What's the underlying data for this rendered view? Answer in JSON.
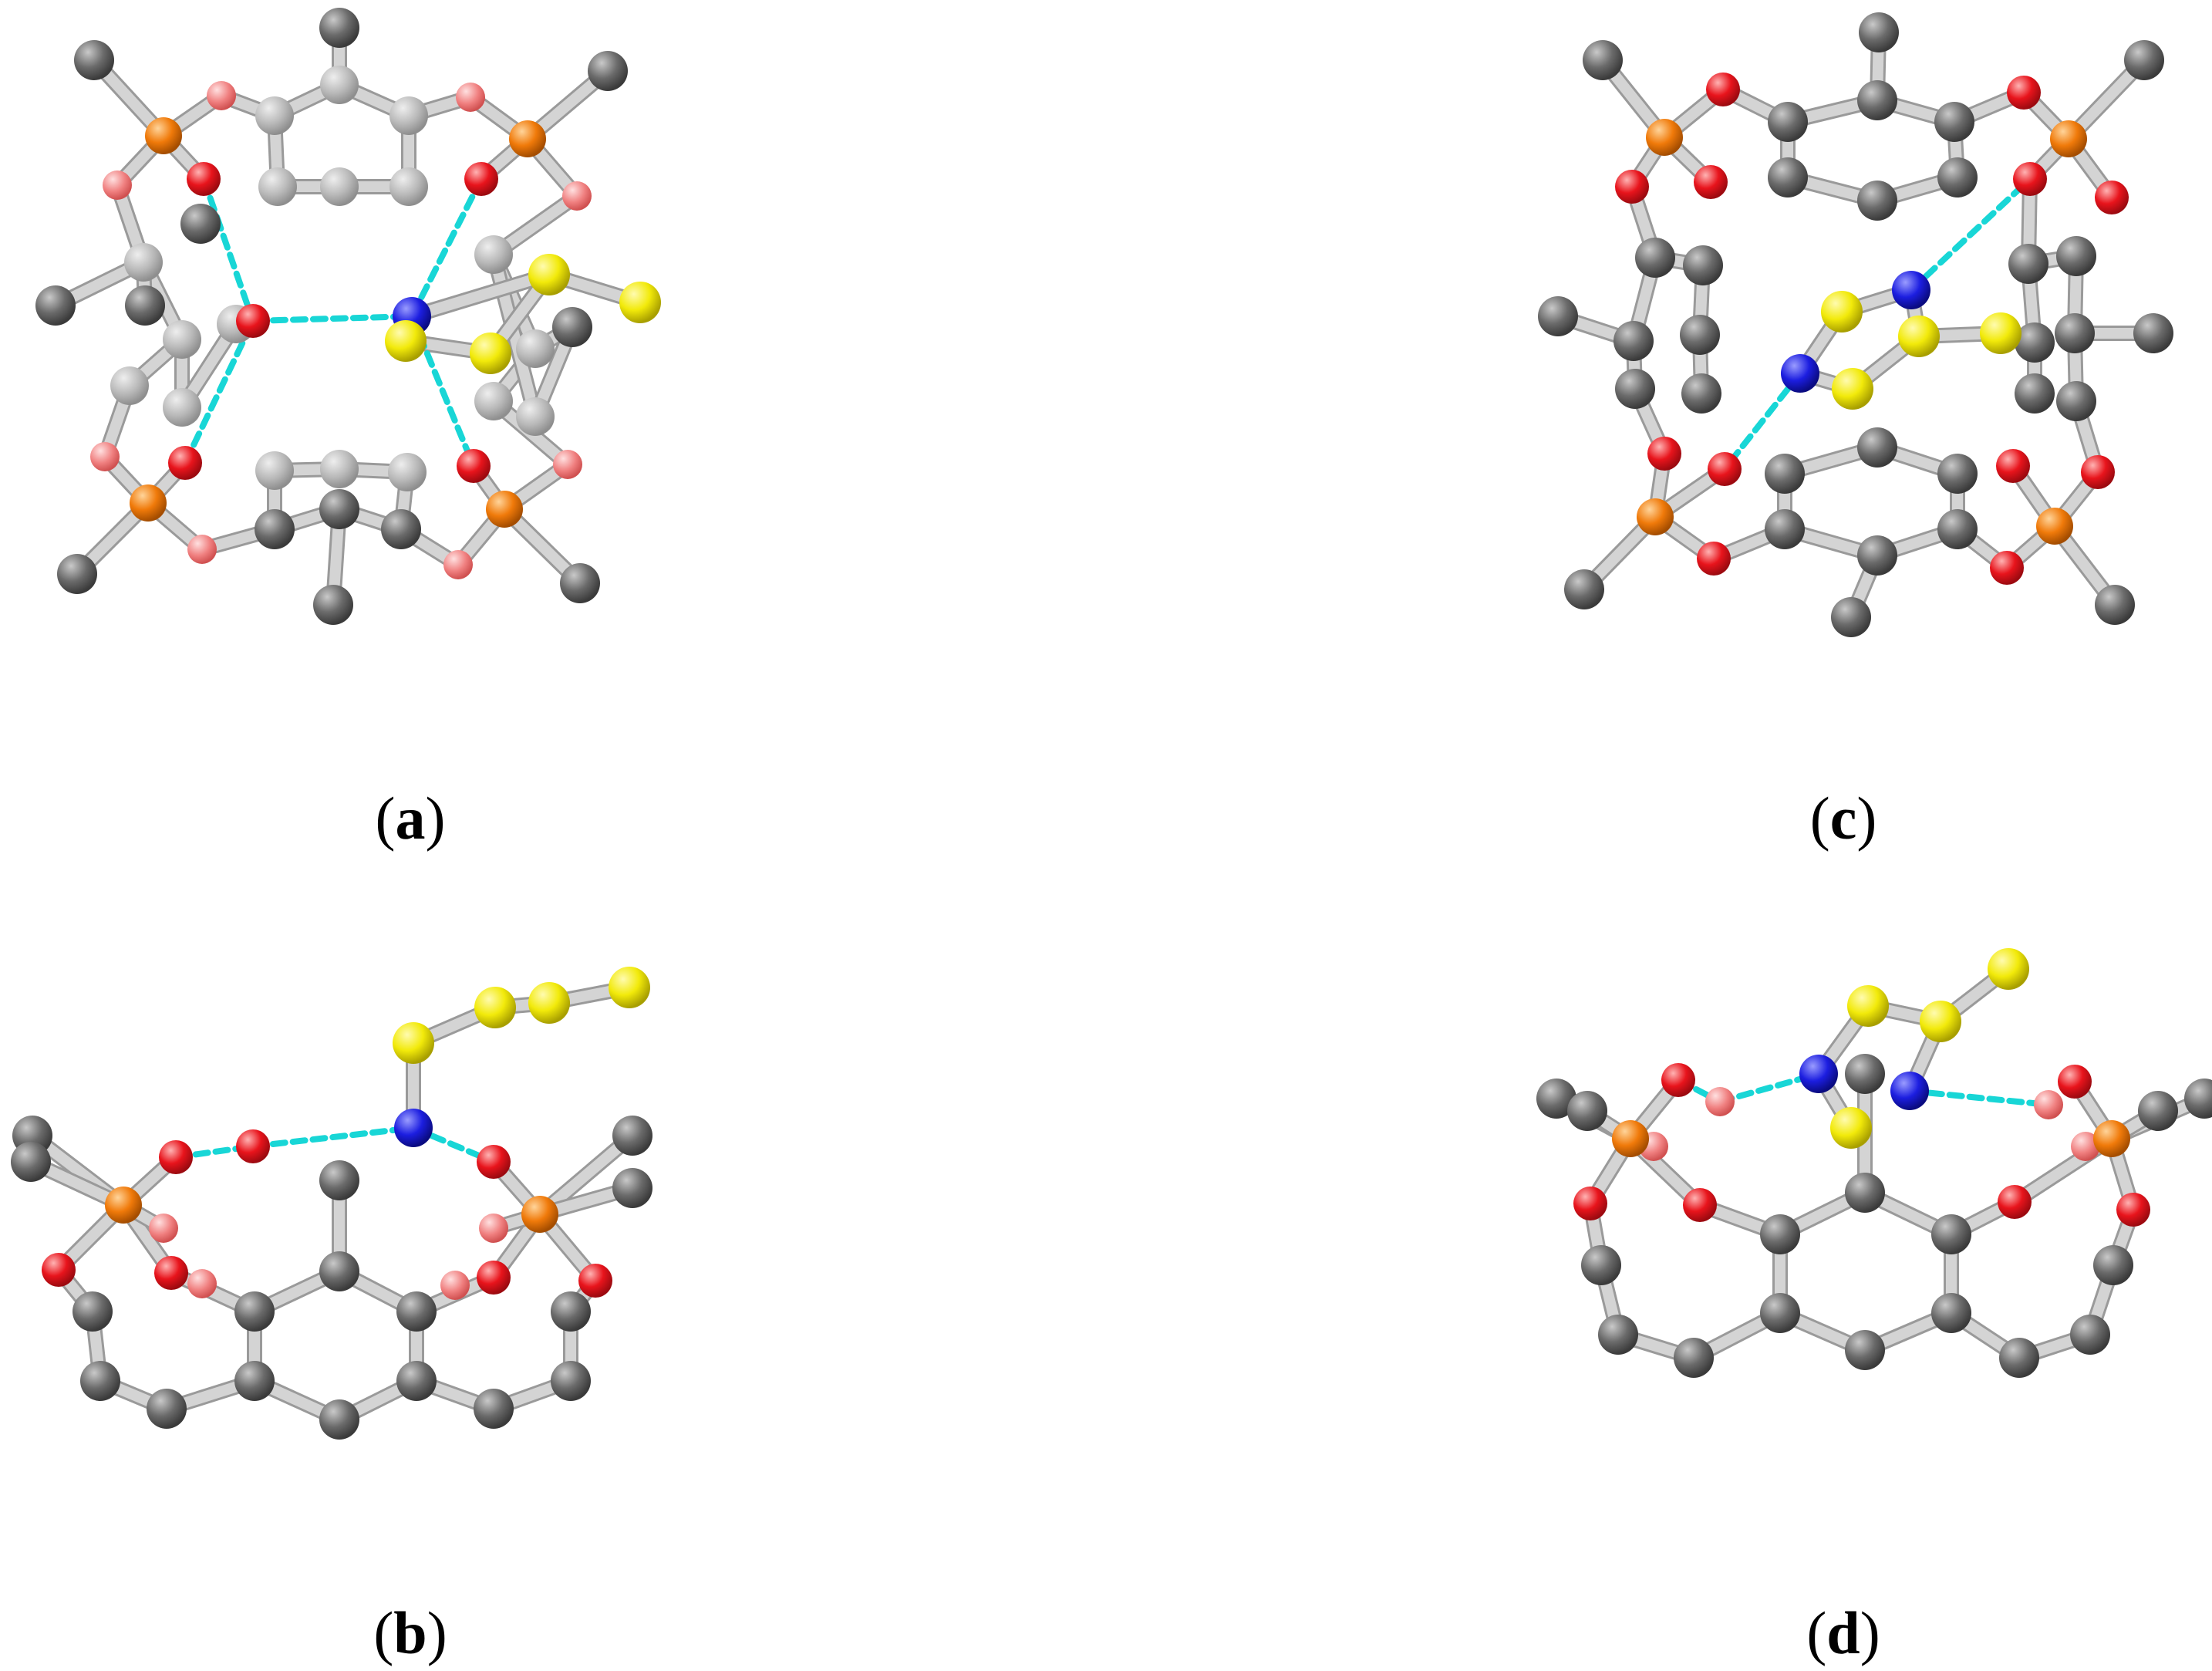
{
  "colors": {
    "carbon": "#6b6b6b",
    "carbon_faded": "#b3b3b3",
    "oxygen": "#e8141c",
    "oxygen_faded": "#f08080",
    "phosphorus": "#f07a0a",
    "sulfur": "#f2ea0a",
    "nitrogen": "#1c1ee0",
    "bond": "#d4d4d4",
    "hbond": "#18d6d6"
  },
  "panels": [
    {
      "id": "a",
      "label": "a",
      "view": "top",
      "guest": "thiazyl-top-a"
    },
    {
      "id": "b",
      "label": "b",
      "view": "side",
      "guest": "chain-side-b"
    },
    {
      "id": "c",
      "label": "c",
      "view": "top",
      "guest": "ring-top-c"
    },
    {
      "id": "d",
      "label": "d",
      "view": "side",
      "guest": "ring-side-d"
    }
  ]
}
